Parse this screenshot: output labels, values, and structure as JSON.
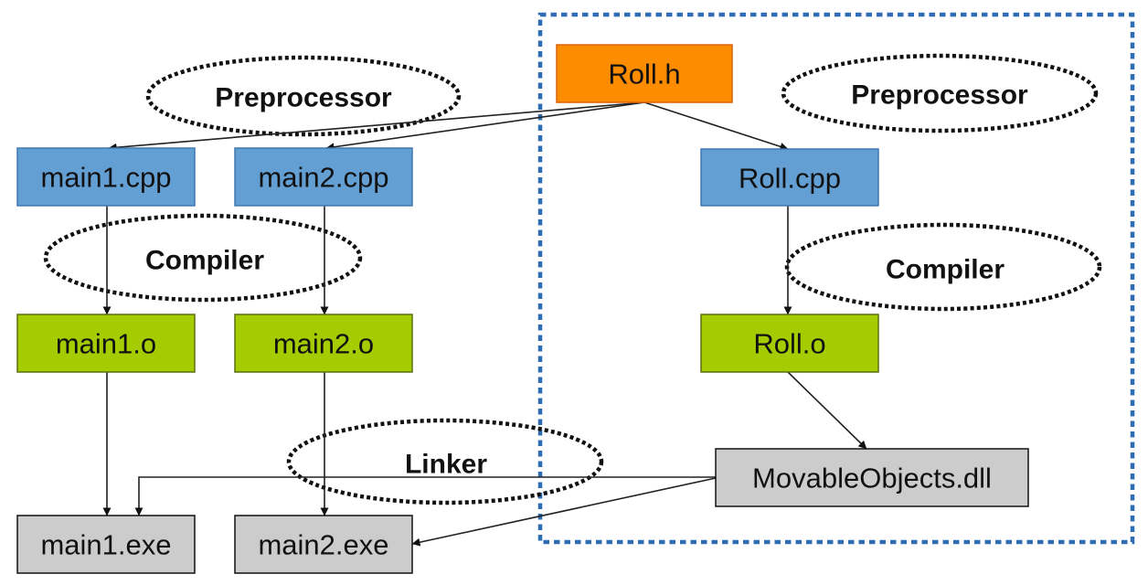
{
  "colors": {
    "header_fill": "#fd8c00",
    "header_stroke": "#d9640a",
    "source_fill": "#649fd3",
    "source_stroke": "#3e78b0",
    "object_fill": "#a5cc00",
    "object_stroke": "#5a6e10",
    "binary_fill": "#cccccc",
    "binary_stroke": "#111111",
    "group_border": "#2e6db4"
  },
  "nodes": {
    "roll_h": {
      "label": "Roll.h",
      "kind": "header"
    },
    "main1_cpp": {
      "label": "main1.cpp",
      "kind": "source"
    },
    "main2_cpp": {
      "label": "main2.cpp",
      "kind": "source"
    },
    "roll_cpp": {
      "label": "Roll.cpp",
      "kind": "source"
    },
    "main1_o": {
      "label": "main1.o",
      "kind": "object"
    },
    "main2_o": {
      "label": "main2.o",
      "kind": "object"
    },
    "roll_o": {
      "label": "Roll.o",
      "kind": "object"
    },
    "dll": {
      "label": "MovableObjects.dll",
      "kind": "binary"
    },
    "main1_exe": {
      "label": "main1.exe",
      "kind": "binary"
    },
    "main2_exe": {
      "label": "main2.exe",
      "kind": "binary"
    }
  },
  "stages": {
    "preprocessor_left": "Preprocessor",
    "preprocessor_right": "Preprocessor",
    "compiler_left": "Compiler",
    "compiler_right": "Compiler",
    "linker": "Linker"
  },
  "edges": [
    {
      "from": "Roll.h",
      "to": "main1.cpp"
    },
    {
      "from": "Roll.h",
      "to": "main2.cpp"
    },
    {
      "from": "Roll.h",
      "to": "Roll.cpp"
    },
    {
      "from": "main1.cpp",
      "to": "main1.o"
    },
    {
      "from": "main2.cpp",
      "to": "main2.o"
    },
    {
      "from": "Roll.cpp",
      "to": "Roll.o"
    },
    {
      "from": "main1.o",
      "to": "main1.exe"
    },
    {
      "from": "main2.o",
      "to": "main2.exe"
    },
    {
      "from": "Roll.o",
      "to": "MovableObjects.dll"
    },
    {
      "from": "MovableObjects.dll",
      "to": "main1.exe"
    },
    {
      "from": "MovableObjects.dll",
      "to": "main2.exe"
    }
  ]
}
